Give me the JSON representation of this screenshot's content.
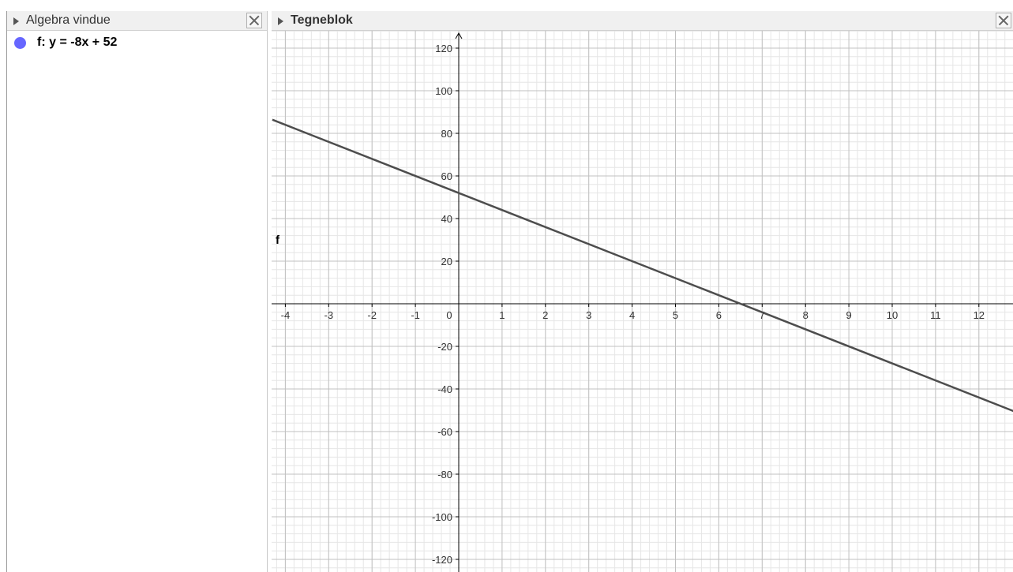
{
  "algebra": {
    "title": "Algebra vindue",
    "items": [
      {
        "text": "f: y = -8x + 52",
        "color": "#6666ff"
      }
    ]
  },
  "graphics": {
    "title": "Tegneblok",
    "function_label": "f",
    "line_color": "#4d4d4d"
  },
  "chart_data": {
    "type": "line",
    "series": [
      {
        "name": "f",
        "slope": -8,
        "intercept": 52,
        "x": [
          -4.3,
          12.8
        ],
        "y": [
          86.4,
          -50.4
        ]
      }
    ],
    "x_ticks": [
      -4,
      -3,
      -2,
      -1,
      0,
      1,
      2,
      3,
      4,
      5,
      6,
      7,
      8,
      9,
      10,
      11,
      12
    ],
    "y_ticks": [
      120,
      100,
      80,
      60,
      40,
      20,
      -20,
      -40,
      -60,
      -80,
      -100,
      -120
    ],
    "xlim": [
      -4.3,
      12.8
    ],
    "ylim": [
      -128,
      130
    ],
    "grid": true
  }
}
